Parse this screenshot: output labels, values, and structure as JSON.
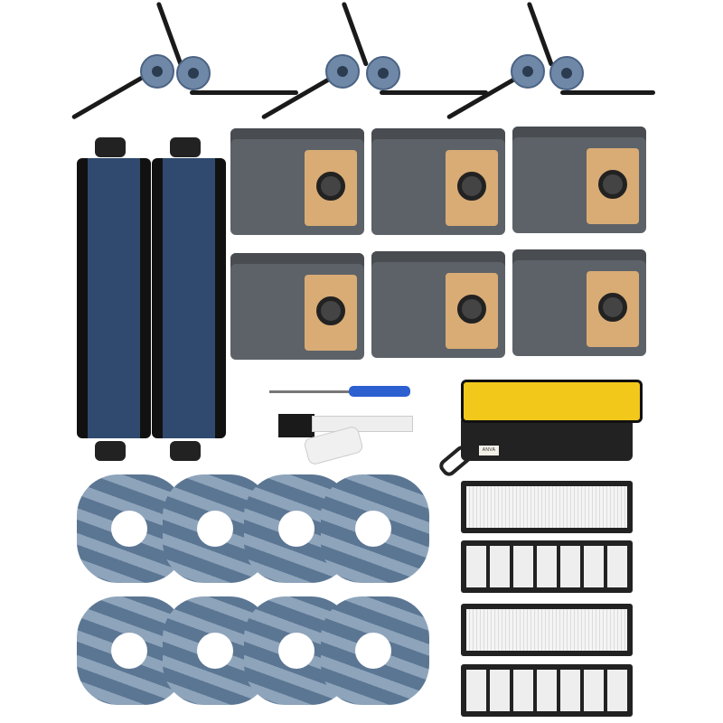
{
  "product_image": {
    "description_items": [
      "side-brushes",
      "main-rollers",
      "dust-bags",
      "screwdriver",
      "cleaning-tool",
      "cleaning-cloth",
      "mop-pads",
      "hepa-filters"
    ],
    "colors": {
      "brush_hub": "#6f88a8",
      "roller": "#2f4a6e",
      "dust_bag": "#5d6268",
      "bag_card": "#d9ac75",
      "cloth": "#f2c81a",
      "mop": "#5b7693"
    },
    "cloth_label": "ANVA"
  }
}
